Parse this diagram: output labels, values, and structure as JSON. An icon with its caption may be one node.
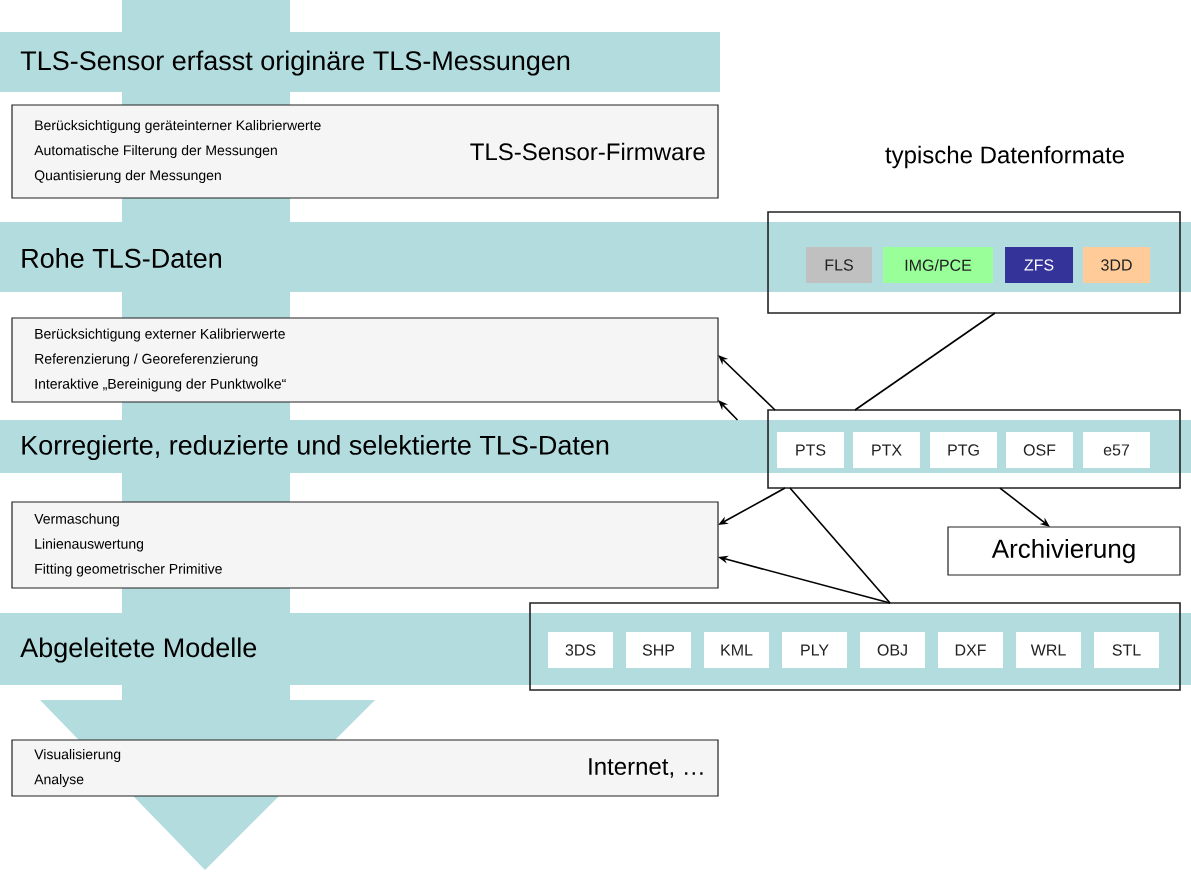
{
  "diagram": {
    "nodes": [
      {
        "text": [
          "TLS-Sensor erfasst originäre TLS-Messungen"
        ]
      },
      {
        "text": [
          "Berücksichtigung geräteinterner Kalibrierwerte",
          "Automatische Filterung der Messungen",
          "Quantisierung der Messungen",
          "TLS-Sensor-Firmware"
        ]
      },
      {
        "text": [
          "Rohe TLS-Daten"
        ]
      },
      {
        "text": [],
        "shape": "box"
      },
      {
        "text": [
          "FLS"
        ]
      },
      {
        "text": [
          "IMG/PCE"
        ]
      },
      {
        "text": [
          "ZFS"
        ]
      },
      {
        "text": [
          "3DD"
        ]
      },
      {
        "text": [
          "Berücksichtigung externer Kalibrierwerte",
          "Referenzierung / Georeferenzierung",
          "Interaktive „Bereinigung der Punktwolke“"
        ]
      },
      {
        "text": [
          "Korregierte, reduzierte und selektierte TLS-Daten"
        ]
      },
      {
        "text": [],
        "shape": "box"
      },
      {
        "text": [
          "PTS"
        ]
      },
      {
        "text": [
          "PTX"
        ]
      },
      {
        "text": [
          "PTG"
        ]
      },
      {
        "text": [
          "OSF"
        ]
      },
      {
        "text": [
          "e57"
        ]
      },
      {
        "text": [
          "Vermaschung",
          "Linienauswertung",
          "Fitting geometrischer Primitive"
        ]
      },
      {
        "text": [
          "Archivierung"
        ]
      },
      {
        "text": [
          "Abgeleitete Modelle"
        ]
      },
      {
        "text": [],
        "shape": "box"
      },
      {
        "text": [
          "3DS"
        ],
        "in": 19
      },
      {
        "text": [
          "SHP"
        ],
        "in": 19
      },
      {
        "text": [
          "KML"
        ],
        "in": 19
      },
      {
        "text": [
          "PLY"
        ],
        "in": 19
      },
      {
        "text": [
          "OBJ"
        ],
        "in": 19
      },
      {
        "text": [
          "DXF"
        ],
        "in": 19
      },
      {
        "text": [
          "WRL"
        ],
        "in": 19
      },
      {
        "text": [
          "STL"
        ],
        "in": 19
      },
      {
        "text": [
          "Visualisierung",
          "Analyse",
          "Internet, …"
        ]
      }
    ],
    "edges": [
      {
        "from": 3,
        "to": 10,
        "arrow": "none"
      },
      {
        "from": 10,
        "to": 8,
        "arrow": "to"
      },
      {
        "from": 9,
        "to": 8,
        "arrow": "to"
      },
      {
        "from": 10,
        "to": 16,
        "arrow": "to"
      },
      {
        "from": 19,
        "to": 16,
        "arrow": "to"
      },
      {
        "from": 10,
        "to": 17,
        "arrow": "to"
      },
      {
        "from": 19,
        "to": 10,
        "arrow": "none"
      }
    ],
    "labels": [
      "typische Datenformate"
    ]
  }
}
